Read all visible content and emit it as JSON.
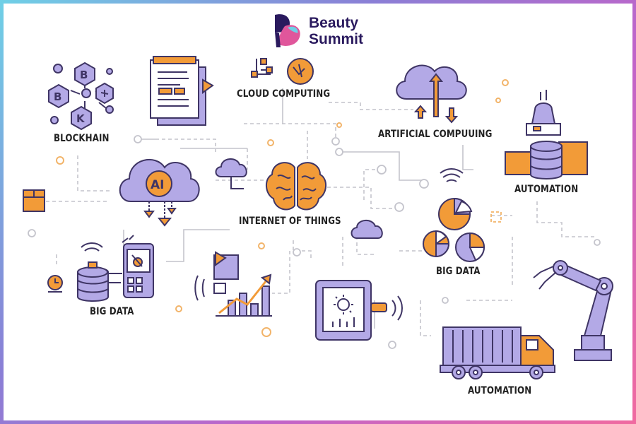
{
  "brand": {
    "line1": "Beauty",
    "line2": "Summit"
  },
  "labels": {
    "blockchain": "BLOCKHAIN",
    "cloud_computing": "CLOUD COMPUTING",
    "artificial_computing": "ARTIFICIAL COMPUUING",
    "automation_top": "AUTOMATION",
    "internet_of_things": "INTERNET OF THINGS",
    "big_data_left": "BIG DATA",
    "big_data_right": "BIG DATA",
    "automation_bottom": "AUTOMATION",
    "ai_badge": "AI",
    "block_b1": "B",
    "block_b2": "B",
    "block_k": "K"
  },
  "colors": {
    "purple": "#b3a9e6",
    "purple_dark": "#3f3565",
    "orange": "#f29b38",
    "line": "#c4c4cc",
    "accent_teal": "#6fd0e6",
    "accent_pink": "#f06aa0"
  }
}
